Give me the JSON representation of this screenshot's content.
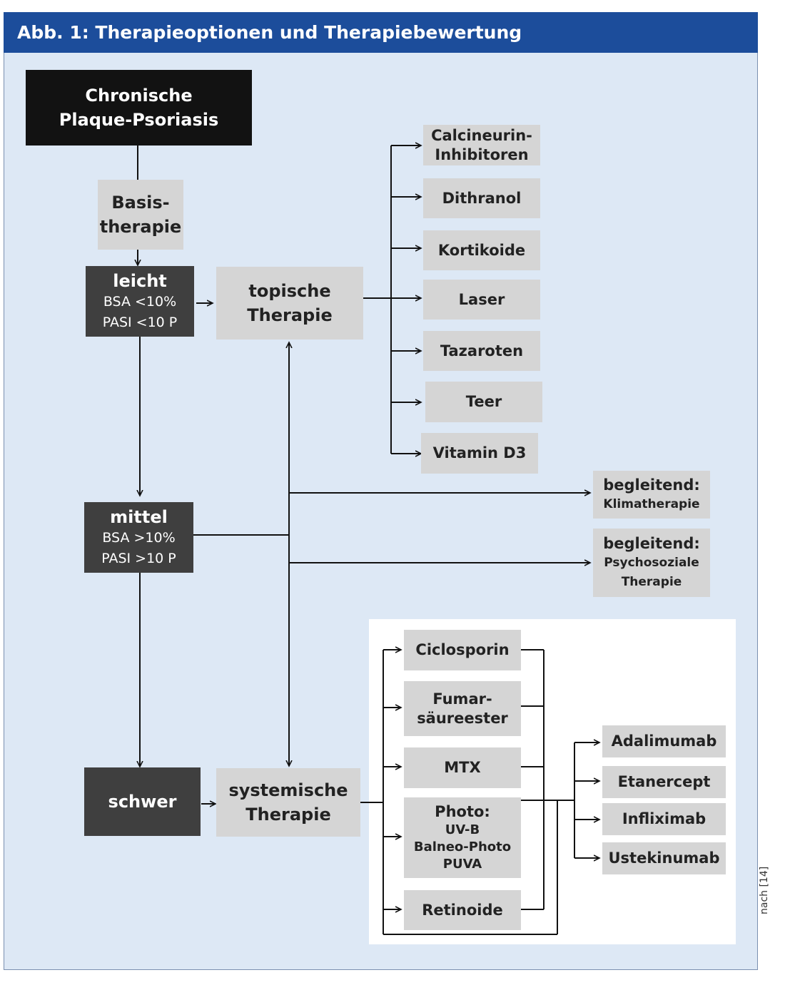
{
  "title": "Abb. 1: Therapieoptionen und Therapiebewertung",
  "source_note": "nach [14]",
  "root": [
    "Chronische",
    "Plaque-Psoriasis"
  ],
  "basis": [
    "Basis-",
    "therapie"
  ],
  "severity": {
    "leicht": {
      "label": "leicht",
      "bsa": "BSA <10%",
      "pasi": "PASI <10 P"
    },
    "mittel": {
      "label": "mittel",
      "bsa": "BSA >10%",
      "pasi": "PASI >10 P"
    },
    "schwer": {
      "label": "schwer"
    }
  },
  "topische": [
    "topische",
    "Therapie"
  ],
  "systemische": [
    "systemische",
    "Therapie"
  ],
  "topical_options": [
    [
      "Calcineurin-",
      "Inhibitoren"
    ],
    [
      "Dithranol"
    ],
    [
      "Kortikoide"
    ],
    [
      "Laser"
    ],
    [
      "Tazaroten"
    ],
    [
      "Teer"
    ],
    [
      "Vitamin D3"
    ]
  ],
  "accompanying": {
    "klima": {
      "head": "begleitend:",
      "lines": [
        "Klimatherapie"
      ]
    },
    "psycho": {
      "head": "begleitend:",
      "lines": [
        "Psychosoziale",
        "Therapie"
      ]
    }
  },
  "systemic_options": {
    "ciclosporin": [
      "Ciclosporin"
    ],
    "fumar": [
      "Fumar-",
      "säureester"
    ],
    "mtx": [
      "MTX"
    ],
    "photo": {
      "head": "Photo:",
      "lines": [
        "UV-B",
        "Balneo-Photo",
        "PUVA"
      ]
    },
    "retinoide": [
      "Retinoide"
    ]
  },
  "biologics": [
    "Adalimumab",
    "Etanercept",
    "Infliximab",
    "Ustekinumab"
  ]
}
